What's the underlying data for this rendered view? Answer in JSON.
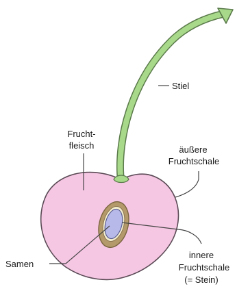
{
  "labels": {
    "stiel": "Stiel",
    "fruchtfleisch_1": "Frucht-",
    "fruchtfleisch_2": "fleisch",
    "aeussere_1": "äußere",
    "aeussere_2": "Fruchtschale",
    "samen": "Samen",
    "innere_1": "innere",
    "innere_2": "Fruchtschale",
    "innere_3": "(= Stein)"
  },
  "colors": {
    "flesh": "#f6c7e3",
    "outline": "#5a4a55",
    "stem": "#a8d98a",
    "stone": "#b49a6a",
    "endocarp_inner": "#f4eecf",
    "seed": "#b7b9e8",
    "leader": "#444444"
  }
}
